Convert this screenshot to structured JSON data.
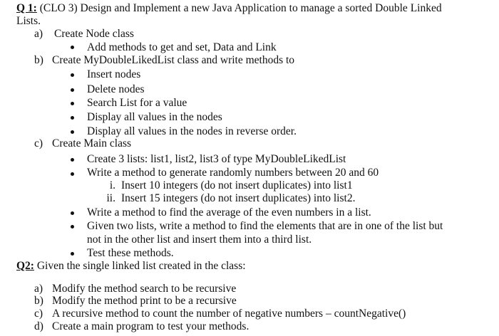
{
  "q1": {
    "label": "Q 1:",
    "title_rest": " (CLO 3) Design and Implement a new Java Application to manage a sorted Double Linked",
    "title_cont": "Lists.",
    "a": {
      "marker": "a)",
      "text": "Create Node class",
      "bullets": [
        "Add methods to get and set, Data and Link"
      ]
    },
    "b": {
      "marker": "b)",
      "text": "Create MyDoubleLikedList class and write methods to",
      "bullets": [
        "Insert nodes",
        "Delete nodes",
        "Search List for a value",
        "Display all values in the nodes",
        "Display all values in the nodes in reverse order."
      ]
    },
    "c": {
      "marker": "c)",
      "text": "Create Main class",
      "bullet1": "Create 3 lists: list1, list2, list3 of type MyDoubleLikedList",
      "bullet2": "Write a method to generate randomly numbers between 20 and 60",
      "sub": [
        {
          "marker": "i.",
          "text": "Insert 10 integers (do not insert duplicates) into list1"
        },
        {
          "marker": "ii.",
          "text": "Insert 15 integers (do not insert duplicates) into list2."
        }
      ],
      "bullet3": "Write a method to find the average of the even numbers in a list.",
      "bullet4_line1": "Given two lists, write a method to find the elements that are in one of the list but",
      "bullet4_line2": "not in the other list and insert them into a third list.",
      "bullet5": "Test these methods."
    }
  },
  "q2": {
    "label": "Q2:",
    "title_rest": " Given the single linked list created in the class:",
    "items": [
      {
        "marker": "a)",
        "text": "Modify the method search to be recursive"
      },
      {
        "marker": "b)",
        "text": "Modify the method print to be a recursive"
      },
      {
        "marker": "c)",
        "text": "A recursive method to count the number of negative numbers – countNegative()"
      },
      {
        "marker": "d)",
        "text": "Create a main program to test your methods."
      }
    ]
  }
}
